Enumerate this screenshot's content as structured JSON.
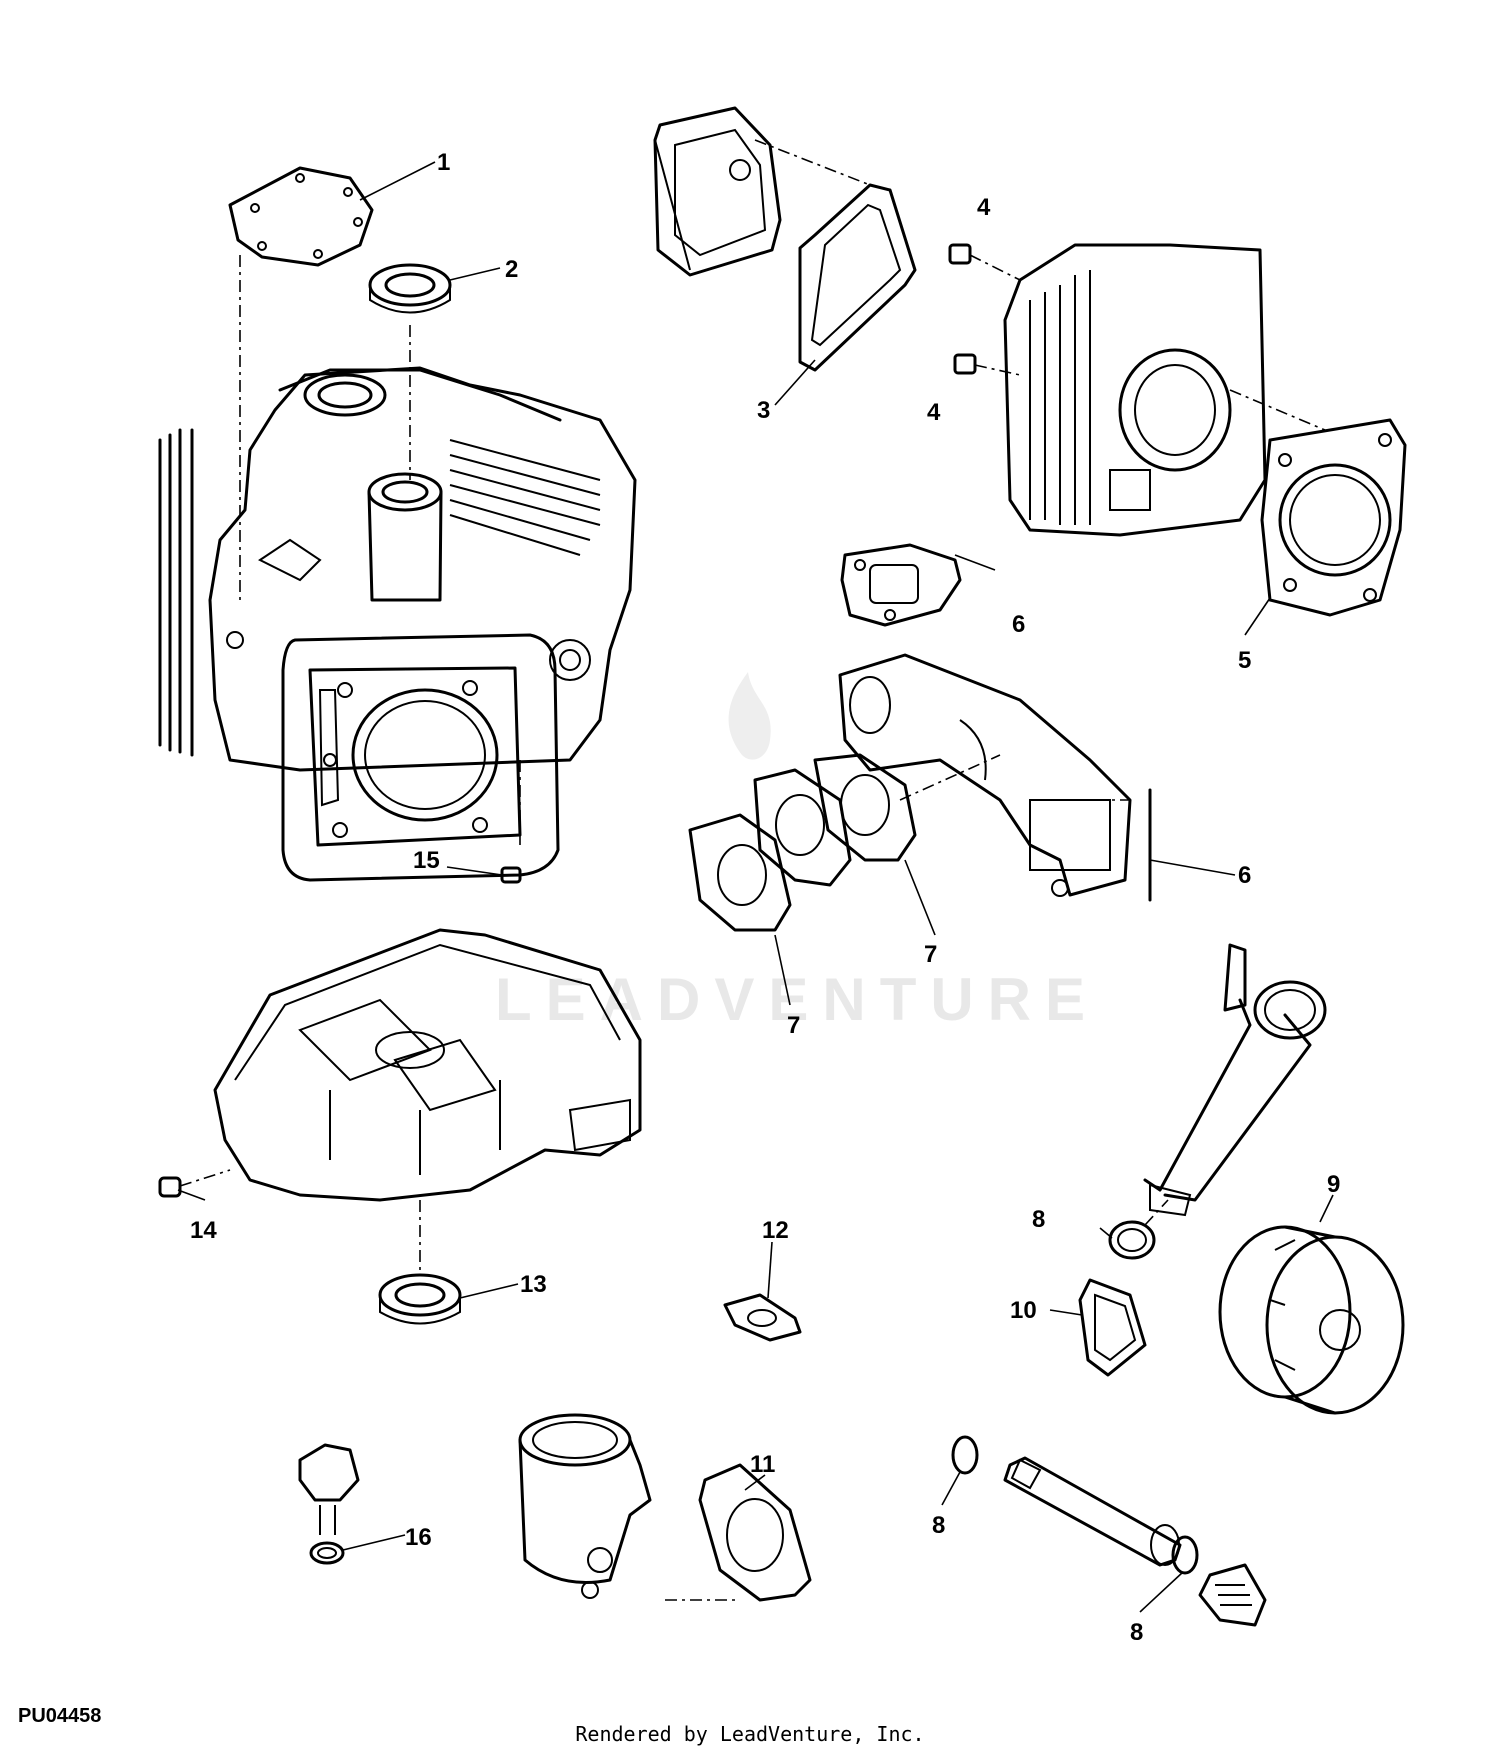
{
  "diagram": {
    "figure_id": "PU04458",
    "credit": "Rendered by LeadVenture, Inc.",
    "watermark": "LEADVENTURE",
    "callouts": {
      "c1": "1",
      "c2": "2",
      "c3": "3",
      "c4a": "4",
      "c4b": "4",
      "c5": "5",
      "c6a": "6",
      "c6b": "6",
      "c7a": "7",
      "c7b": "7",
      "c8a": "8",
      "c8b": "8",
      "c8c": "8",
      "c9": "9",
      "c10": "10",
      "c11": "11",
      "c12": "12",
      "c13": "13",
      "c14": "14",
      "c15": "15",
      "c16": "16"
    }
  }
}
